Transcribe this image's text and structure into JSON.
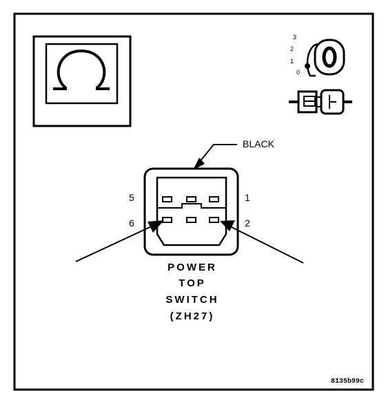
{
  "labels": {
    "wire_color": "BLACK",
    "pin_5": "5",
    "pin_1": "1",
    "pin_6": "6",
    "pin_2": "2",
    "caption_line1": "POWER",
    "caption_line2": "TOP",
    "caption_line3": "SWITCH",
    "caption_line4": "(ZH27)",
    "figure_code": "8135b99c"
  },
  "ignition": {
    "positions": [
      "3",
      "2",
      "1",
      "0"
    ]
  },
  "icons": {
    "meter": "ohm-meter-icon",
    "ignition": "ignition-key-icon",
    "connector": "disconnected-connector-icon"
  },
  "colors": {
    "line": "#000000",
    "background": "#ffffff"
  }
}
